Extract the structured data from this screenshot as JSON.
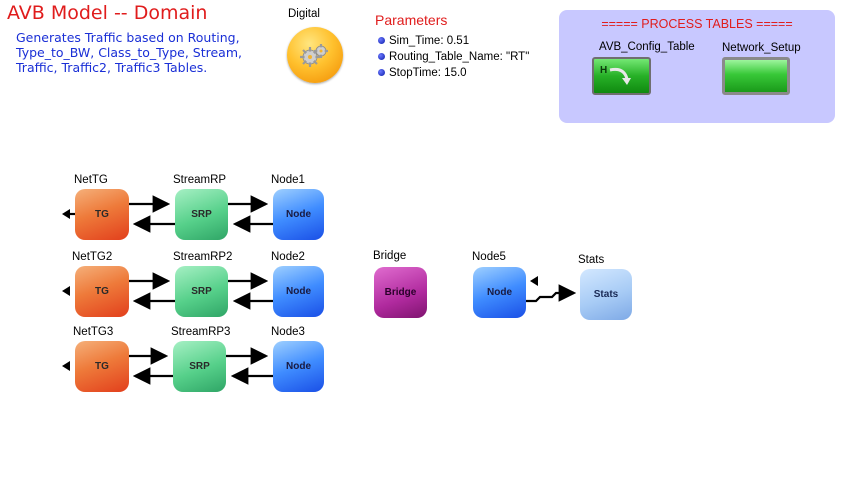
{
  "header": {
    "title": "AVB Model -- Domain",
    "description": "Generates Traffic based on Routing, Type_to_BW, Class_to_Type, Stream, Traffic, Traffic2, Traffic3 Tables."
  },
  "digital": {
    "label": "Digital",
    "icon": "gears-icon"
  },
  "parameters": {
    "title": "Parameters",
    "items": [
      "Sim_Time: 0.51",
      "Routing_Table_Name: \"RT\"",
      "StopTime: 15.0"
    ]
  },
  "process_tables": {
    "title": "===== PROCESS TABLES =====",
    "items": [
      {
        "label": "AVB_Config_Table",
        "icon": "table-h-icon"
      },
      {
        "label": "Network_Setup",
        "icon": "table-icon"
      }
    ]
  },
  "blocks": {
    "tg1": {
      "label": "NetTG",
      "text": "TG"
    },
    "srp1": {
      "label": "StreamRP",
      "text": "SRP"
    },
    "node1": {
      "label": "Node1",
      "text": "Node"
    },
    "tg2": {
      "label": "NetTG2",
      "text": "TG"
    },
    "srp2": {
      "label": "StreamRP2",
      "text": "SRP"
    },
    "node2": {
      "label": "Node2",
      "text": "Node"
    },
    "tg3": {
      "label": "NetTG3",
      "text": "TG"
    },
    "srp3": {
      "label": "StreamRP3",
      "text": "SRP"
    },
    "node3": {
      "label": "Node3",
      "text": "Node"
    },
    "bridge": {
      "label": "Bridge",
      "text": "Bridge"
    },
    "node5": {
      "label": "Node5",
      "text": "Node"
    },
    "stats": {
      "label": "Stats",
      "text": "Stats"
    }
  },
  "colors": {
    "title": "#e01c1c",
    "description": "#1a2fd6",
    "process_tables_bg": "#c8c8ff"
  }
}
